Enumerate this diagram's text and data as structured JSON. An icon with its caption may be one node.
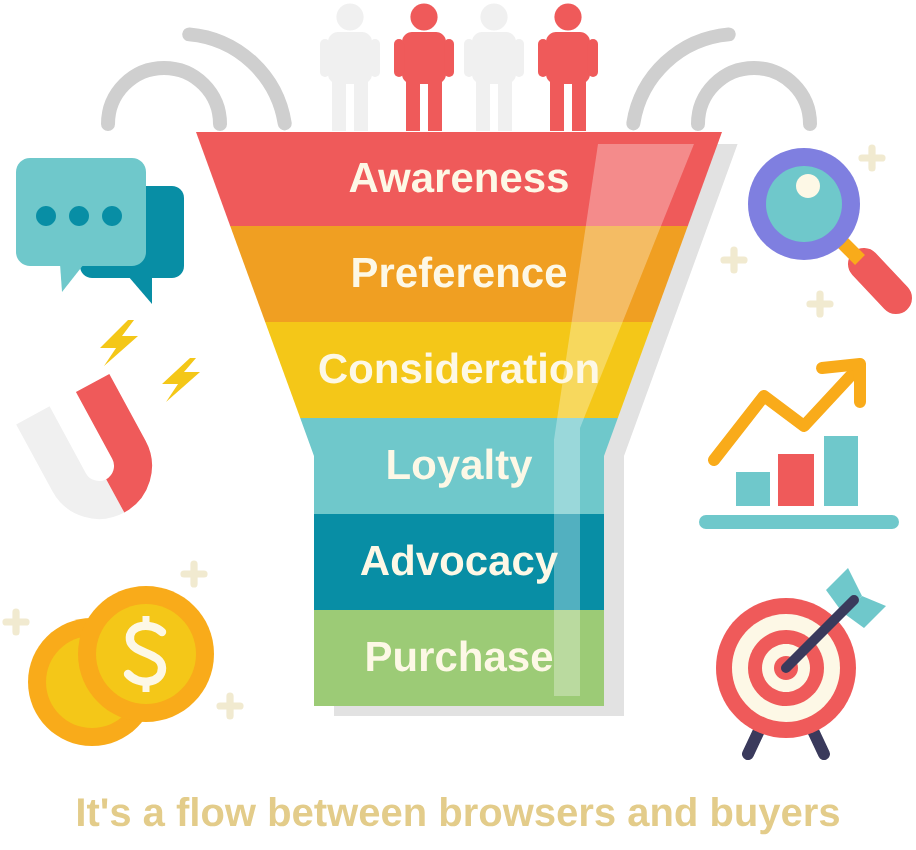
{
  "diagram": {
    "caption": "It's a flow between browsers and buyers",
    "nodes": [
      {
        "text": [
          "Awareness"
        ]
      },
      {
        "text": [
          "Preference"
        ]
      },
      {
        "text": [
          "Consideration"
        ]
      },
      {
        "text": [
          "Loyalty"
        ]
      },
      {
        "text": [
          "Advocacy"
        ]
      },
      {
        "text": [
          "Purchase"
        ]
      }
    ]
  }
}
